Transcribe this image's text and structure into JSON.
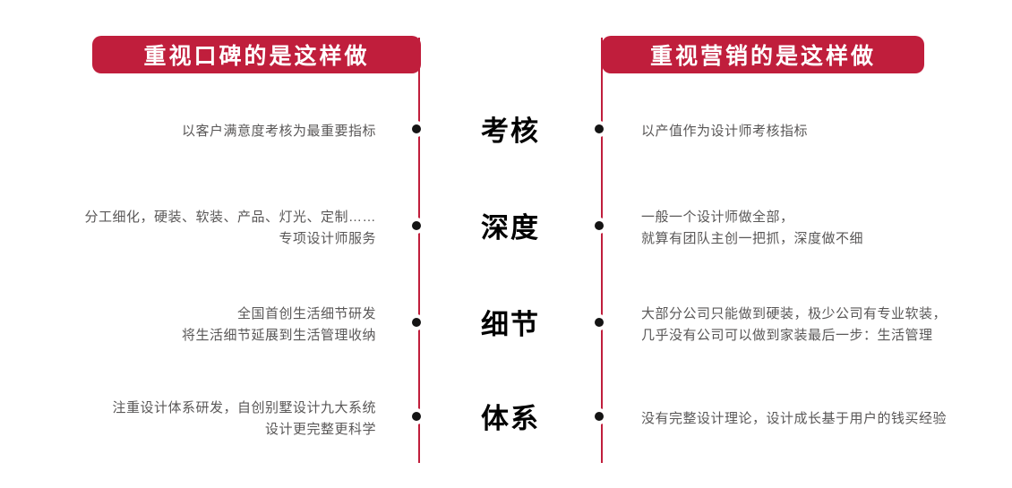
{
  "colors": {
    "accent_red": "#C01E3C",
    "body_text": "#595757",
    "center_label_text": "#000000",
    "banner_text": "#FFFFFF",
    "marker_black": "#141414"
  },
  "icons": {
    "bullet": "target-circle-dot-icon"
  },
  "left_column": {
    "header": "重视口碑的是这样做",
    "items": [
      {
        "lines": [
          "以客户满意度考核为最重要指标"
        ]
      },
      {
        "lines": [
          "分工细化，硬装、软装、产品、灯光、定制……",
          "专项设计师服务"
        ]
      },
      {
        "lines": [
          "全国首创生活细节研发",
          "将生活细节延展到生活管理收纳"
        ]
      },
      {
        "lines": [
          "注重设计体系研发，自创别墅设计九大系统",
          "设计更完整更科学"
        ]
      }
    ]
  },
  "center_labels": [
    "考核",
    "深度",
    "细节",
    "体系"
  ],
  "right_column": {
    "header": "重视营销的是这样做",
    "items": [
      {
        "lines": [
          "以产值作为设计师考核指标"
        ]
      },
      {
        "lines": [
          "一般一个设计师做全部，",
          "就算有团队主创一把抓，深度做不细"
        ]
      },
      {
        "lines": [
          "大部分公司只能做到硬装，极少公司有专业软装，",
          "几乎没有公司可以做到家装最后一步：生活管理"
        ]
      },
      {
        "lines": [
          "没有完整设计理论，设计成长基于用户的钱买经验"
        ]
      }
    ]
  }
}
